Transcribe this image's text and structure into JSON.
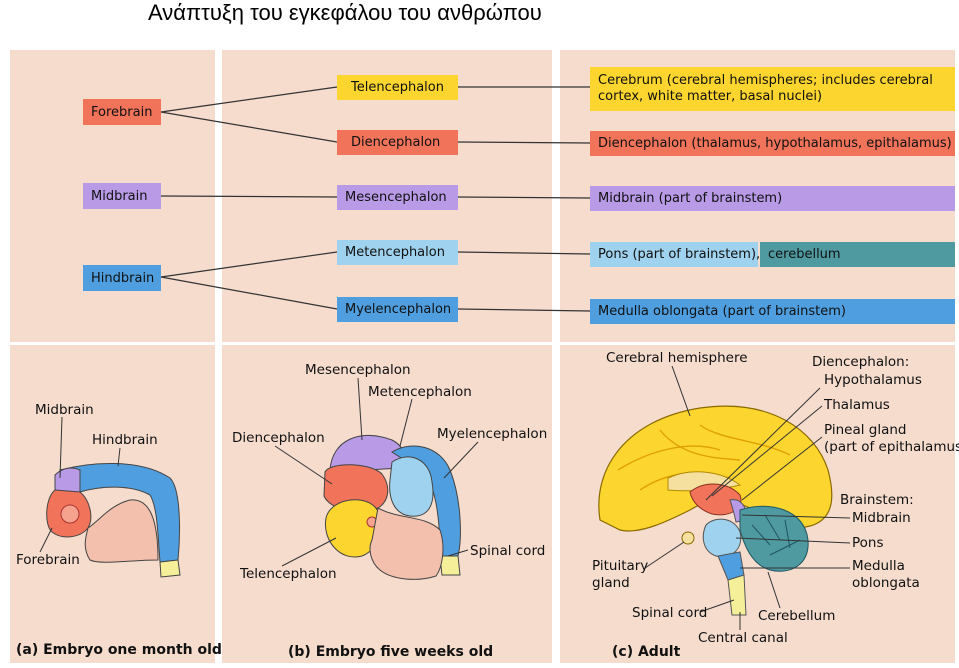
{
  "title": "Ανάπτυξη του εγκεφάλου του ανθρώπου",
  "primary": {
    "forebrain": "Forebrain",
    "midbrain": "Midbrain",
    "hindbrain": "Hindbrain"
  },
  "secondary": {
    "telencephalon": "Telencephalon",
    "diencephalon": "Diencephalon",
    "mesencephalon": "Mesencephalon",
    "metencephalon": "Metencephalon",
    "myelencephalon": "Myelencephalon"
  },
  "adult_structures": {
    "cerebrum_line1": "Cerebrum (cerebral hemispheres; includes cerebral",
    "cerebrum_line2": "cortex, white matter, basal nuclei)",
    "diencephalon": "Diencephalon (thalamus, hypothalamus, epithalamus)",
    "midbrain": "Midbrain (part of brainstem)",
    "pons": "Pons (part of brainstem),",
    "cerebellum": "cerebellum",
    "medulla": "Medulla oblongata (part of brainstem)"
  },
  "panel_a": {
    "midbrain": "Midbrain",
    "hindbrain": "Hindbrain",
    "forebrain": "Forebrain",
    "caption": "(a) Embryo one month old"
  },
  "panel_b": {
    "mesencephalon": "Mesencephalon",
    "metencephalon": "Metencephalon",
    "diencephalon": "Diencephalon",
    "myelencephalon": "Myelencephalon",
    "spinal_cord": "Spinal cord",
    "telencephalon": "Telencephalon",
    "caption": "(b) Embryo five weeks old"
  },
  "panel_c": {
    "cerebral_hemisphere": "Cerebral hemisphere",
    "diencephalon": "Diencephalon:",
    "hypothalamus": "Hypothalamus",
    "thalamus": "Thalamus",
    "pineal_line1": "Pineal gland",
    "pineal_line2": "(part of epithalamus)",
    "brainstem": "Brainstem:",
    "midbrain": "Midbrain",
    "pons": "Pons",
    "medulla_line1": "Medulla",
    "medulla_line2": "oblongata",
    "pituitary_line1": "Pituitary",
    "pituitary_line2": "gland",
    "spinal_cord": "Spinal cord",
    "cerebellum": "Cerebellum",
    "central_canal": "Central canal",
    "caption": "(c) Adult"
  },
  "colors": {
    "panel": "#f6dccd",
    "forebrain": "#f0735a",
    "midbrain": "#b89ae6",
    "hindbrain": "#4f9fe0",
    "telencephalon": "#fcd52e",
    "diencephalon": "#f0735a",
    "mesencephalon": "#b89ae6",
    "metencephalon": "#9fd2ee",
    "myelencephalon": "#4f9fe0",
    "cerebellum": "#4f9aa0",
    "spinal_cord": "#f5ef9a"
  }
}
